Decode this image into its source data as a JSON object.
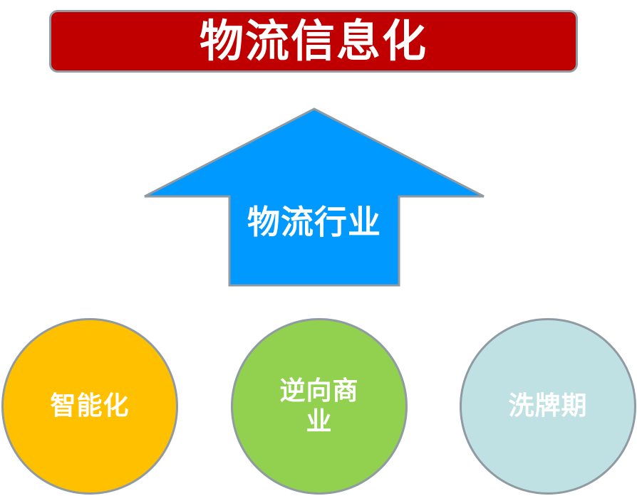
{
  "banner": {
    "title": "物流信息化"
  },
  "arrow": {
    "label": "物流行业"
  },
  "circles": [
    {
      "label": "智能化"
    },
    {
      "label": "逆向商业"
    },
    {
      "label": "洗牌期"
    }
  ],
  "colors": {
    "banner_fill": "#c00000",
    "arrow_fill": "#0099ff",
    "outline": "#8f9aa3",
    "circle_1": "#ffc000",
    "circle_2": "#92d050",
    "circle_3": "#bfe1e3",
    "text": "#ffffff"
  }
}
